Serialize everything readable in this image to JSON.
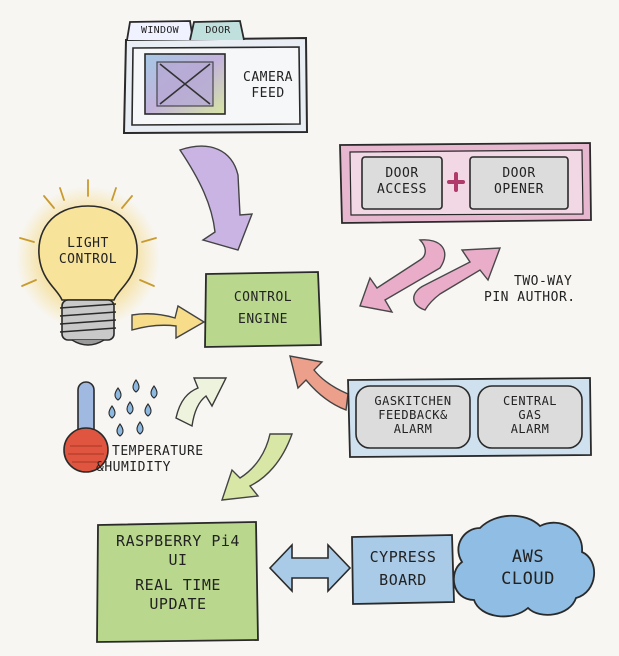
{
  "tabs": [
    {
      "label": "WINDOW"
    },
    {
      "label": "DOOR"
    }
  ],
  "camera": {
    "label_line1": "CAMERA",
    "label_line2": "FEED"
  },
  "door": {
    "access_line1": "DOOR",
    "access_line2": "ACCESS",
    "plus": "+",
    "opener_line1": "DOOR",
    "opener_line2": "OPENER"
  },
  "two_way": {
    "line1": "TWO-WAY",
    "line2": "PIN AUTHOR."
  },
  "light": {
    "line1": "LIGHT",
    "line2": "CONTROL"
  },
  "control_engine": {
    "line1": "CONTROL",
    "line2": "ENGINE"
  },
  "temp": {
    "line1": "TEMPERATURE",
    "line2": "&HUMIDITY"
  },
  "gas": {
    "kitchen_line1": "GASKITCHEN",
    "kitchen_line2": "FEEDBACK&",
    "kitchen_line3": "ALARM",
    "central_line1": "CENTRAL",
    "central_line2": "GAS",
    "central_line3": "ALARM"
  },
  "rpi": {
    "line1": "RASPBERRY Pi4",
    "line2": "UI",
    "line3": "REAL TIME",
    "line4": "UPDATE"
  },
  "cypress": {
    "line1": "CYPRESS",
    "line2": "BOARD"
  },
  "aws": {
    "line1": "AWS",
    "line2": "CLOUD"
  },
  "colors": {
    "purple": "#b49ad6",
    "pink": "#d97aa6",
    "green": "#9cc86a",
    "yellow": "#f3c852",
    "blue": "#86b6dd",
    "salmon": "#e8806b",
    "red": "#d94a3a"
  }
}
